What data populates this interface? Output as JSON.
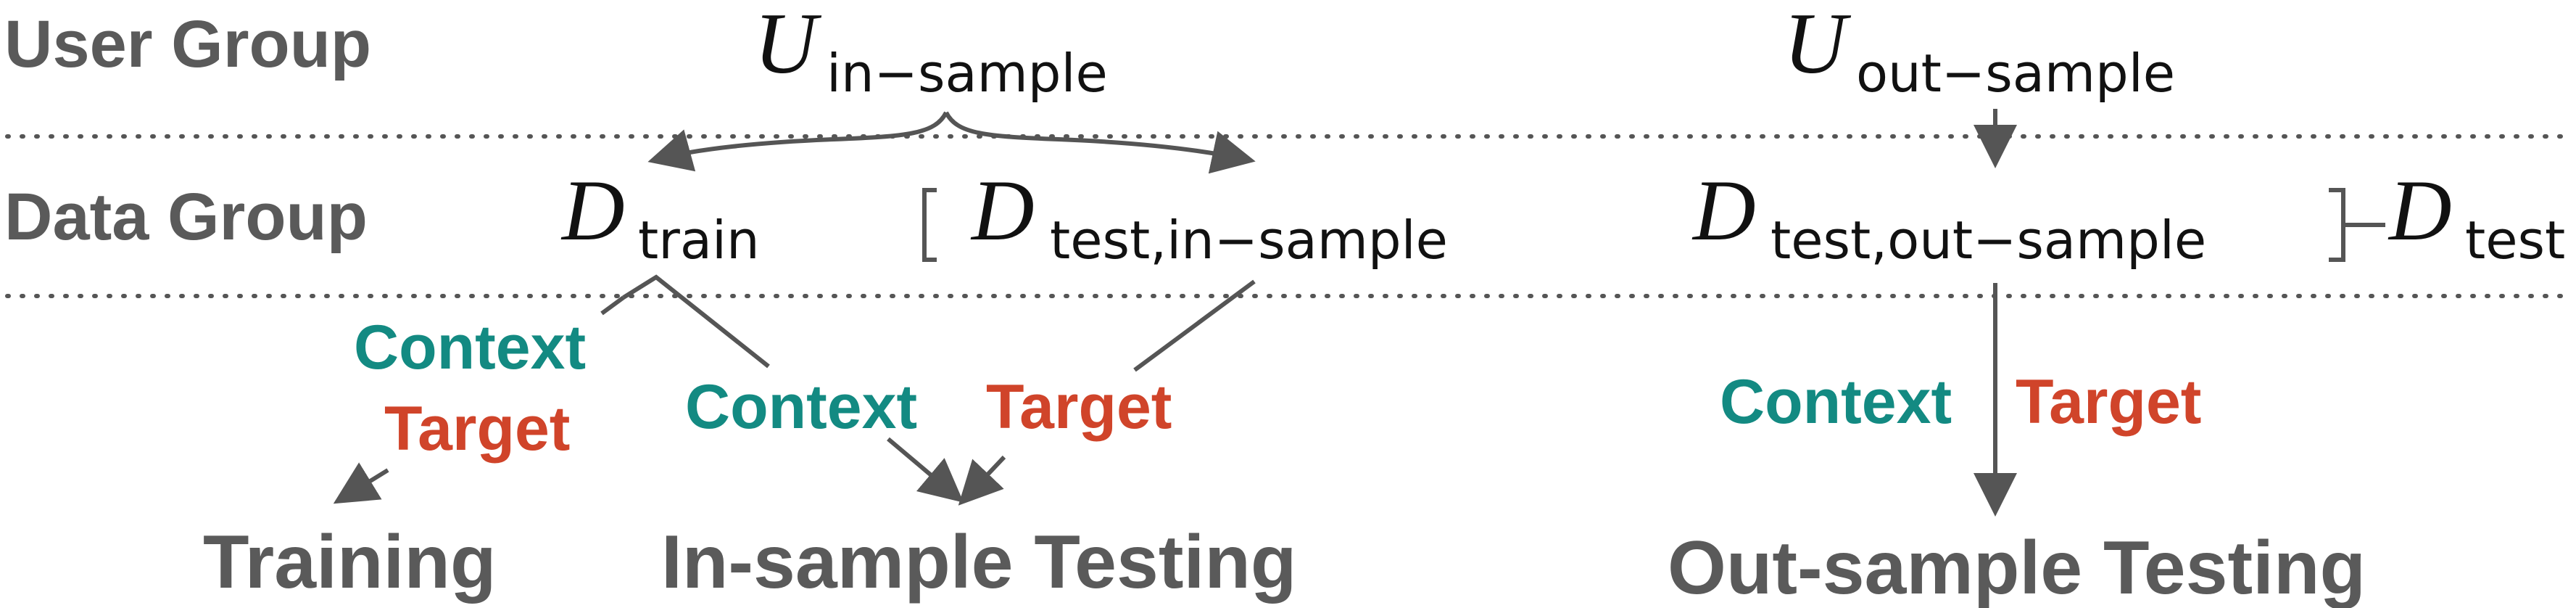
{
  "row_labels": {
    "user_group": "User Group",
    "data_group": "Data Group"
  },
  "user_nodes": {
    "in_sample": {
      "main": "U",
      "sub": "in−sample"
    },
    "out_sample": {
      "main": "U",
      "sub": "out−sample"
    }
  },
  "data_nodes": {
    "train": {
      "main": "D",
      "sub": "train"
    },
    "test_in": {
      "main": "D",
      "sub": "test,in−sample"
    },
    "test_out": {
      "main": "D",
      "sub": "test,out−sample"
    },
    "test": {
      "main": "D",
      "sub": "test"
    }
  },
  "edge_labels": {
    "train_context": "Context",
    "train_target": "Target",
    "insample_context": "Context",
    "insample_target": "Target",
    "outsample_context": "Context",
    "outsample_target": "Target"
  },
  "outputs": {
    "training": "Training",
    "in_sample_testing": "In-sample Testing",
    "out_sample_testing": "Out-sample Testing"
  },
  "colors": {
    "context": "#138a82",
    "target": "#d0442a",
    "label_gray": "#5a5a5a",
    "line": "#555555"
  }
}
